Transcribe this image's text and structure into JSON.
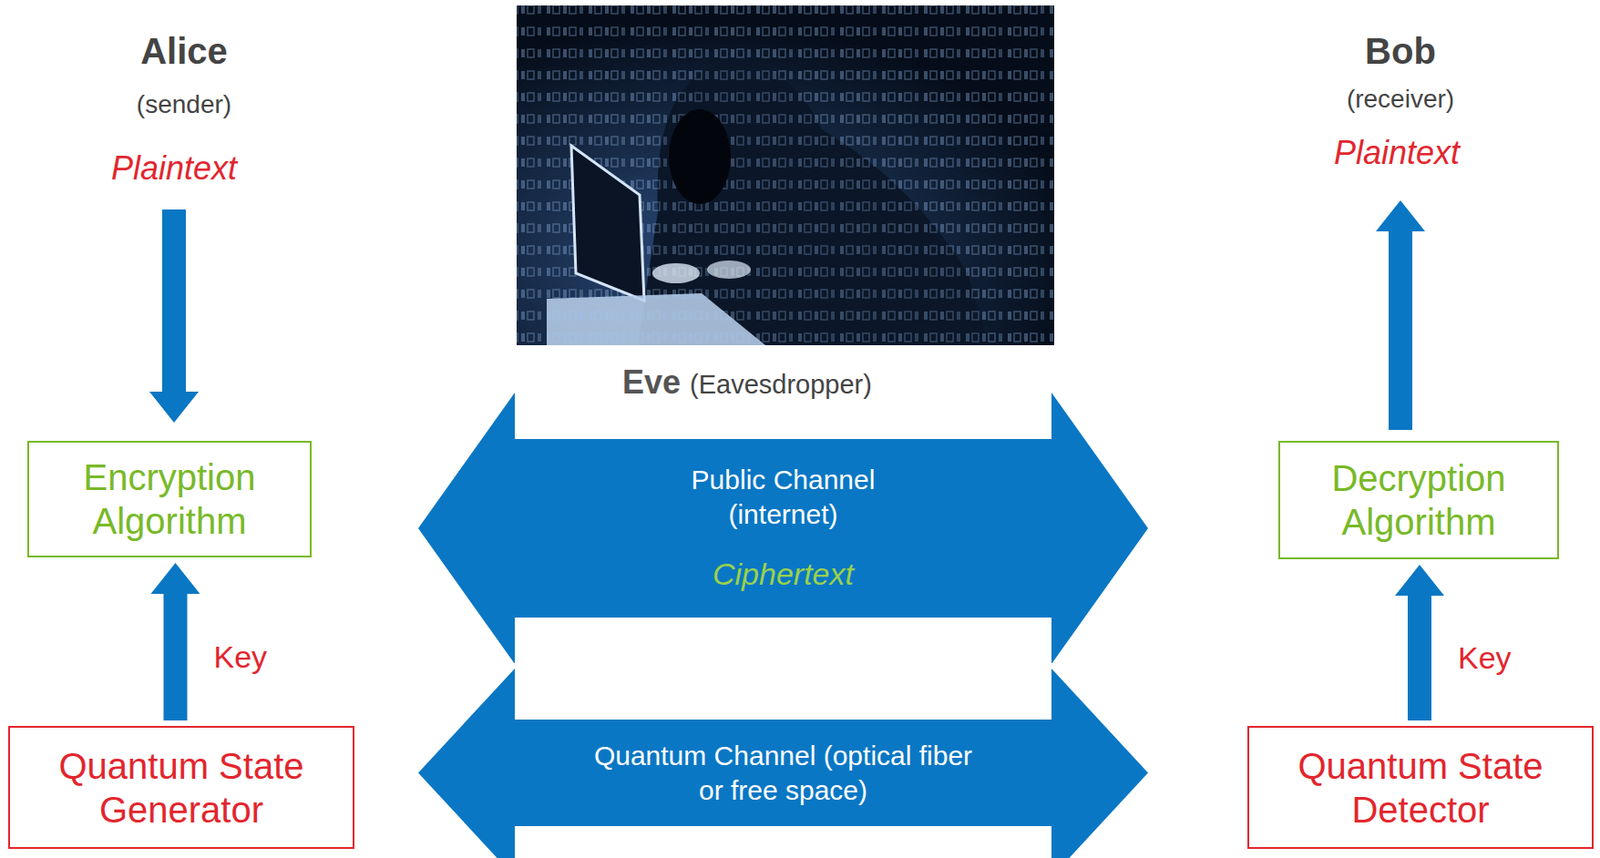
{
  "diagram": {
    "nodes": [
      {
        "text": [
          "Encryption Algorithm"
        ]
      },
      {
        "text": [
          "Public Channel (internet)",
          "Ciphertext"
        ]
      },
      {
        "text": [
          "Decryption Algorithm"
        ]
      },
      {
        "text": [
          "Quantum State Generator"
        ]
      },
      {
        "text": [
          "Quantum Channel (optical fiber or free space)"
        ]
      },
      {
        "text": [
          "Quantum State Detector"
        ]
      }
    ],
    "edges": [
      {
        "from": 3,
        "to": 0,
        "label": "Key",
        "arrow": "to"
      },
      {
        "from": 5,
        "to": 2,
        "label": "Key",
        "arrow": "to"
      }
    ],
    "labels": [
      "Alice",
      "(sender)",
      "Plaintext",
      "Eve",
      "(Eavesdropper)",
      "Bob",
      "(receiver)",
      "Plaintext"
    ]
  }
}
